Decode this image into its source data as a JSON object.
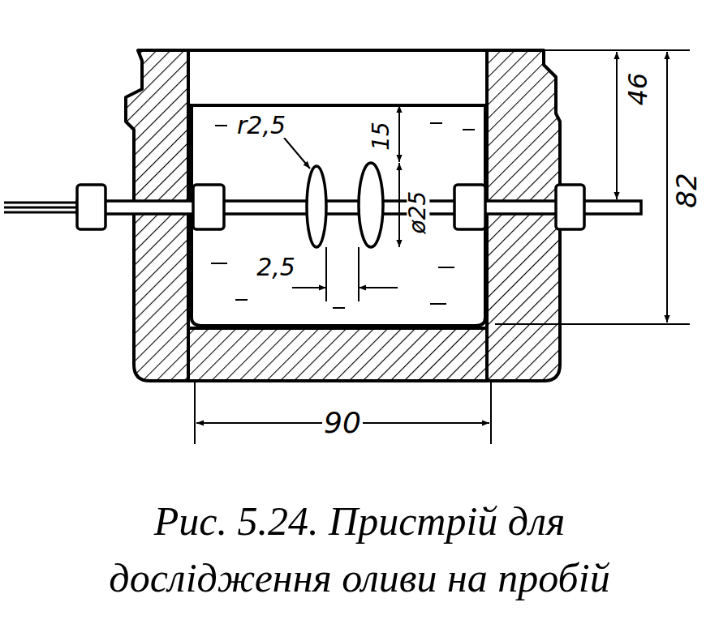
{
  "diagram": {
    "caption": "Рис. 5.24. Пристрій для дослідження оливи на пробій",
    "labels": [
      "r2,5",
      "15",
      "2,5",
      "ø25",
      "46",
      "82",
      "90"
    ]
  }
}
